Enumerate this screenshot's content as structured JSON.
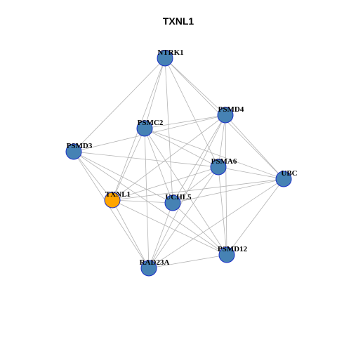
{
  "title": "TXNL1",
  "colors": {
    "node_fill": "#4682b4",
    "highlight_fill": "#ffa500",
    "node_border": "#1c2fc8",
    "edge": "#b4b4b4"
  },
  "graph": {
    "nodes": [
      {
        "id": "NTRK1",
        "label": "NTRK1",
        "highlight": false
      },
      {
        "id": "PSMD4",
        "label": "PSMD4",
        "highlight": false
      },
      {
        "id": "PSMC2",
        "label": "PSMC2",
        "highlight": false
      },
      {
        "id": "PSMD3",
        "label": "PSMD3",
        "highlight": false
      },
      {
        "id": "PSMA6",
        "label": "PSMA6",
        "highlight": false
      },
      {
        "id": "UBC",
        "label": "UBC",
        "highlight": false
      },
      {
        "id": "TXNL1",
        "label": "TXNL1",
        "highlight": true
      },
      {
        "id": "UCHL5",
        "label": "UCHL5",
        "highlight": false
      },
      {
        "id": "PSMD12",
        "label": "PSMD12",
        "highlight": false
      },
      {
        "id": "RAD23A",
        "label": "RAD23A",
        "highlight": false
      }
    ],
    "edges": [
      [
        "NTRK1",
        "PSMD4"
      ],
      [
        "NTRK1",
        "PSMC2"
      ],
      [
        "NTRK1",
        "PSMD3"
      ],
      [
        "NTRK1",
        "PSMA6"
      ],
      [
        "NTRK1",
        "UBC"
      ],
      [
        "NTRK1",
        "TXNL1"
      ],
      [
        "NTRK1",
        "UCHL5"
      ],
      [
        "PSMD4",
        "PSMC2"
      ],
      [
        "PSMD4",
        "PSMD3"
      ],
      [
        "PSMD4",
        "PSMA6"
      ],
      [
        "PSMD4",
        "UBC"
      ],
      [
        "PSMD4",
        "TXNL1"
      ],
      [
        "PSMD4",
        "UCHL5"
      ],
      [
        "PSMD4",
        "PSMD12"
      ],
      [
        "PSMD4",
        "RAD23A"
      ],
      [
        "PSMC2",
        "PSMA6"
      ],
      [
        "PSMC2",
        "UBC"
      ],
      [
        "PSMC2",
        "TXNL1"
      ],
      [
        "PSMC2",
        "UCHL5"
      ],
      [
        "PSMC2",
        "PSMD12"
      ],
      [
        "PSMC2",
        "RAD23A"
      ],
      [
        "PSMD3",
        "PSMA6"
      ],
      [
        "PSMD3",
        "TXNL1"
      ],
      [
        "PSMD3",
        "UCHL5"
      ],
      [
        "PSMD3",
        "PSMD12"
      ],
      [
        "PSMD3",
        "RAD23A"
      ],
      [
        "PSMA6",
        "UBC"
      ],
      [
        "PSMA6",
        "TXNL1"
      ],
      [
        "PSMA6",
        "UCHL5"
      ],
      [
        "PSMA6",
        "PSMD12"
      ],
      [
        "PSMA6",
        "RAD23A"
      ],
      [
        "UBC",
        "TXNL1"
      ],
      [
        "UBC",
        "UCHL5"
      ],
      [
        "UBC",
        "PSMD12"
      ],
      [
        "UBC",
        "RAD23A"
      ],
      [
        "TXNL1",
        "UCHL5"
      ],
      [
        "TXNL1",
        "PSMD12"
      ],
      [
        "TXNL1",
        "RAD23A"
      ],
      [
        "UCHL5",
        "PSMD12"
      ],
      [
        "UCHL5",
        "RAD23A"
      ],
      [
        "PSMD12",
        "RAD23A"
      ]
    ]
  }
}
